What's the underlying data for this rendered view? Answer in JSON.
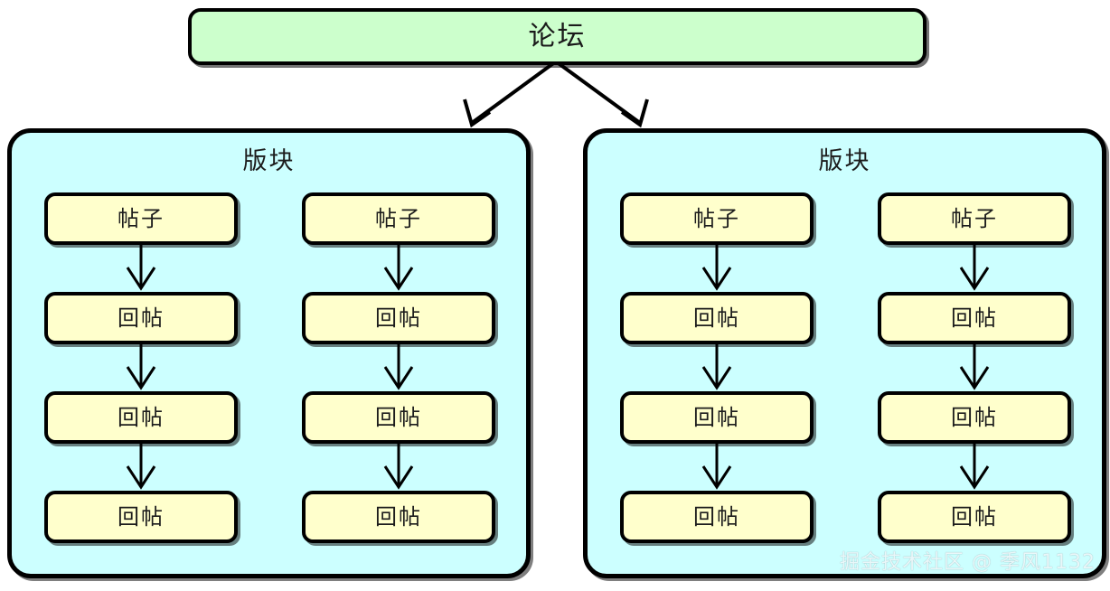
{
  "diagram": {
    "root": {
      "label": "论坛",
      "fill": "#ccffcc",
      "stroke": "#000000"
    },
    "sections": [
      {
        "title": "版块",
        "fill": "#ccffff",
        "columns": [
          {
            "nodes": [
              "帖子",
              "回帖",
              "回帖",
              "回帖"
            ]
          },
          {
            "nodes": [
              "帖子",
              "回帖",
              "回帖",
              "回帖"
            ]
          }
        ]
      },
      {
        "title": "版块",
        "fill": "#ccffff",
        "columns": [
          {
            "nodes": [
              "帖子",
              "回帖",
              "回帖",
              "回帖"
            ]
          },
          {
            "nodes": [
              "帖子",
              "回帖",
              "回帖",
              "回帖"
            ]
          }
        ]
      }
    ],
    "node_fill": "#ffffcc",
    "edge_color": "#000000",
    "branch_arrow_count": 2
  },
  "watermark": {
    "text": "掘金技术社区 @ 季风1132"
  }
}
